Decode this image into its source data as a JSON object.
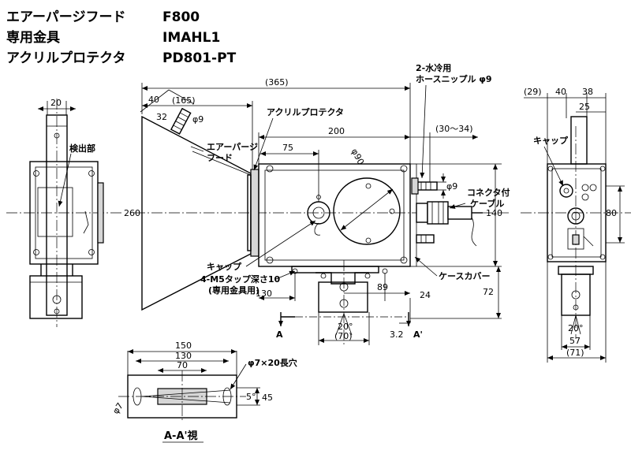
{
  "header": {
    "rows": [
      {
        "label": "エアーパージフード",
        "value": "F800"
      },
      {
        "label": "専用金具",
        "value": "IMAHL1"
      },
      {
        "label": "アクリルプロテクタ",
        "value": "PD801-PT"
      }
    ]
  },
  "front_view": {
    "labels": {
      "acrylic_protector": "アクリルプロテクタ",
      "air_purge_hood": "エアーパージ\nフード",
      "cap": "キャップ",
      "tap": "4-M5タップ深さ10",
      "bracket": "(専用金具用)",
      "water_hose": "2-水冷用\nホースニップル φ9",
      "connector": "コネクタ付\nケーブル",
      "case_cover": "ケースカバー",
      "section_a": "A",
      "section_a_prime": "A'"
    },
    "dims": {
      "overall_length": "(365)",
      "hood_length": "(165)",
      "hood_offset": "40",
      "hood_small_32": "32",
      "hood_phi9": "φ9",
      "body_200": "200",
      "range_30_34": "(30～34)",
      "dim_75": "75",
      "phi90": "φ90",
      "phi9_right": "φ9",
      "height_260": "260",
      "height_140": "140",
      "dim_130": "130",
      "dim_89": "89",
      "dim_24": "24",
      "dim_72": "72",
      "angle_20": "20°",
      "dim_70": "(70)",
      "dim_3_2": "3.2"
    }
  },
  "left_view": {
    "labels": {
      "detector": "検出部"
    },
    "dims": {
      "width_20": "20"
    }
  },
  "right_view": {
    "labels": {
      "cap": "キャップ"
    },
    "dims": {
      "d29": "(29)",
      "d40": "40",
      "d38": "38",
      "d25": "25",
      "d80": "80",
      "angle_20": "20°",
      "d57": "57",
      "d71": "(71)"
    }
  },
  "section_view": {
    "title": "A-A'視",
    "dims": {
      "d150": "150",
      "d130": "130",
      "d70": "70",
      "slot": "φ7×20長穴",
      "phi7": "φ7",
      "angle_5": "5°",
      "d45": "45"
    }
  }
}
